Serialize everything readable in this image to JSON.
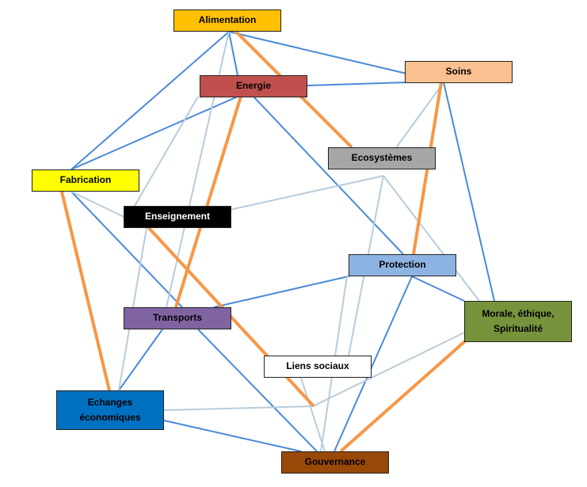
{
  "nodes": [
    {
      "id": "alimentation",
      "label": "Alimentation",
      "fill": "#ffc000",
      "text": "#000000"
    },
    {
      "id": "energie",
      "label": "Energie",
      "fill": "#c0504d",
      "text": "#000000"
    },
    {
      "id": "soins",
      "label": "Soins",
      "fill": "#fac090",
      "text": "#000000"
    },
    {
      "id": "ecosystemes",
      "label": "Ecosystèmes",
      "fill": "#a6a6a6",
      "text": "#000000"
    },
    {
      "id": "fabrication",
      "label": "Fabrication",
      "fill": "#ffff00",
      "text": "#000000"
    },
    {
      "id": "enseignement",
      "label": "Enseignement",
      "fill": "#000000",
      "text": "#ffffff"
    },
    {
      "id": "protection",
      "label": "Protection",
      "fill": "#8db3e2",
      "text": "#000000"
    },
    {
      "id": "morale",
      "label": "Morale, éthique,\nSpiritualité",
      "fill": "#77933c",
      "text": "#000000"
    },
    {
      "id": "transports",
      "label": "Transports",
      "fill": "#8064a2",
      "text": "#000000"
    },
    {
      "id": "liens",
      "label": "Liens sociaux",
      "fill": "#ffffff",
      "text": "#000000"
    },
    {
      "id": "echanges",
      "label": "Echanges\néconomiques",
      "fill": "#0070c0",
      "text": "#000000"
    },
    {
      "id": "gouvernance",
      "label": "Gouvernance",
      "fill": "#984807",
      "text": "#000000"
    }
  ],
  "edge_colors": {
    "blue": "#4a8ad8",
    "light": "#b8ccdc",
    "orange": "#f79646"
  }
}
